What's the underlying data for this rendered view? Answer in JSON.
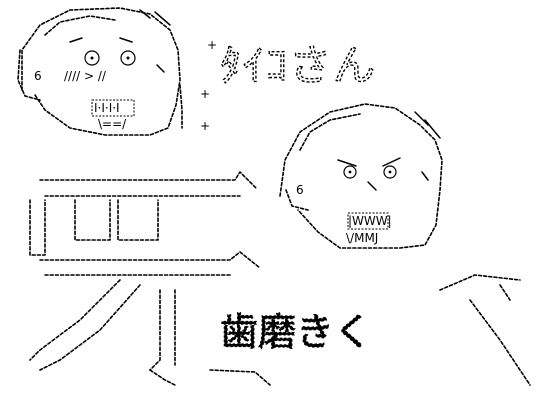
{
  "headline_text": "ﾀｲｺさん",
  "face1": {
    "mouth_text": "I·I·I·I",
    "mouth_lower": "\\==/",
    "ear_label": "6",
    "cheek_marks": "//// >  //"
  },
  "face2": {
    "mouth_text": "|WWW|",
    "mouth_lower": "\\/MMJ",
    "ear_label": "6"
  },
  "big_line": "歯磨きく"
}
